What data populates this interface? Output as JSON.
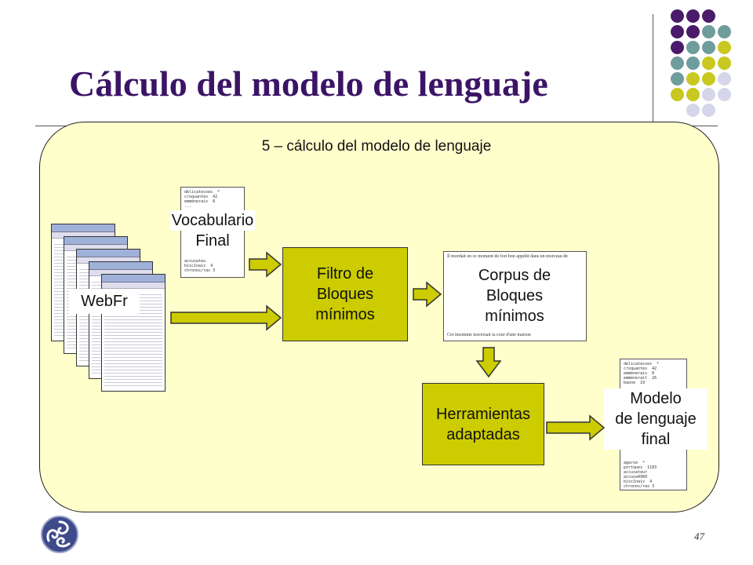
{
  "slide": {
    "title": "Cálculo del modelo de lenguaje",
    "subtitle": "5 – cálculo del modelo de lenguaje",
    "page_number": "47"
  },
  "nodes": {
    "webfr": "WebFr",
    "vocab_line1": "Vocabulario",
    "vocab_line2": "Final",
    "filter_line1": "Filtro de",
    "filter_line2": "Bloques",
    "filter_line3": "mínimos",
    "corpus_line1": "Corpus de",
    "corpus_line2": "Bloques",
    "corpus_line3": "mínimos",
    "tools_line1": "Herramientas",
    "tools_line2": "adaptadas",
    "model_line1": "Modelo",
    "model_line2": "de lenguaje",
    "model_line3": "final"
  },
  "doc_snippets": {
    "vocab_top": "délicatesses  *\ncroquantes  42\nemmènerais  8\n...",
    "vocab_bottom": "accusateu\nbiscînais  4\nchronos/ras 3",
    "corpus_top": "Il mordait en ce moment de fort bon appétit dans un morceau de",
    "corpus_bottom": "Cet insomme traversait la cour d'une maison",
    "model_top": "délicatesses  *\ncroquantes  42\nemmènerais  8\nemmènerait  26\nbaone  19",
    "model_bottom": "agarse  *\nportques  1183\naccusateur\naccusa4960\nbiscînais  4\nchronos/ras 3"
  },
  "colors": {
    "title": "#3b1466",
    "box_fill": "#cccc00",
    "panel_fill": "#ffffcc",
    "dot_purple": "#4a1a6b",
    "dot_teal": "#6f9c9c",
    "dot_olive": "#c8c820",
    "dot_lavender": "#d6d6ea"
  },
  "icons": [
    "celtic-triskele-logo-icon",
    "arrow-right-icon",
    "arrow-down-icon"
  ]
}
